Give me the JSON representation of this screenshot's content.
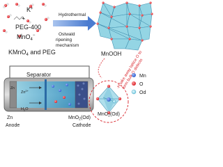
{
  "colors": {
    "manganese": "#2f5fd0",
    "oxygen": "#d8232a",
    "oxygen_defect": "#7fd3e8",
    "arrow": "#5b8bd9",
    "polyhedra": "#6fc4d8",
    "battery_body": "#7a7a7a",
    "electrolyte": "#3fa3c6",
    "dashed_border": "#d8232a"
  },
  "reactants": {
    "k_label": "K",
    "plus_label": "+",
    "peg_label": "PEG-400",
    "mno4_label": "MnO",
    "mno4_sub": "4",
    "mno4_sup": "−",
    "caption": "KMnO",
    "caption_sub": "4",
    "caption_rest": " and PEG"
  },
  "process": {
    "step1": "Hydrothermal",
    "step2_line1": "Ostwald",
    "step2_line2": "ripening",
    "step2_line3": "mechanism"
  },
  "product": {
    "label": "MnOOH"
  },
  "battery": {
    "separator": "Separator",
    "zn_label": "Zn",
    "zn_ion": "Zn",
    "zn_ion_sup": "2+",
    "h2o": "H",
    "h2o_sub": "2",
    "h2o_rest": "O",
    "anode_metal": "Zn",
    "anode": "Anode",
    "cathode_material": "MnO",
    "cathode_material_sub": "2",
    "cathode_material_rest": "(Od)",
    "cathode": "Cathode"
  },
  "defect": {
    "annotation_line1": "·H take away lattice O to",
    "annotation_line2": "form bulk O defects",
    "label": "MnO",
    "label_sub": "2",
    "label_rest": "(Od)"
  },
  "legend": {
    "items": [
      {
        "label": "Mn",
        "color": "#2f5fd0"
      },
      {
        "label": "O",
        "color": "#d8232a"
      },
      {
        "label": "Od",
        "color": "#7fd3e8"
      }
    ]
  }
}
